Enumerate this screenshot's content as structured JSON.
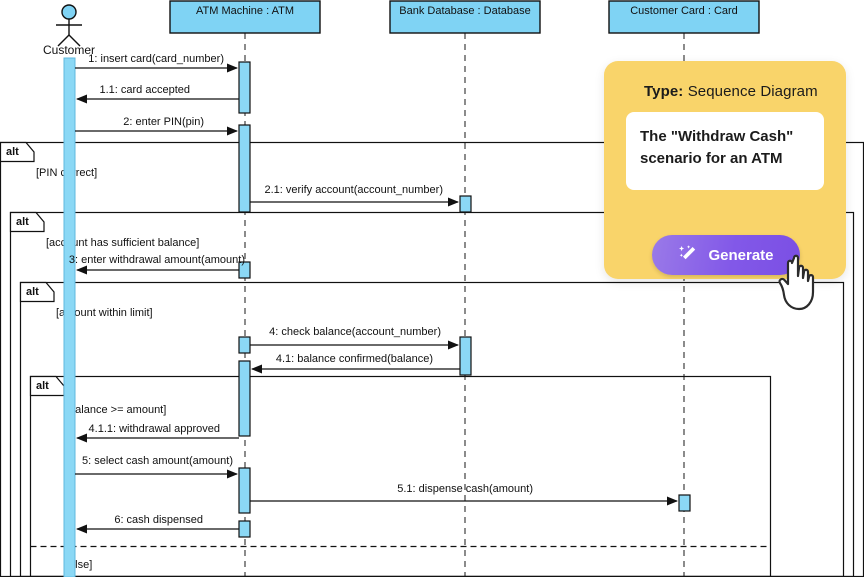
{
  "diagram": {
    "type_label": "Sequence Diagram",
    "actor": {
      "name": "Customer"
    },
    "lifelines": [
      {
        "id": "atm",
        "title": "ATM Machine : ATM"
      },
      {
        "id": "db",
        "title": "Bank Database : Database"
      },
      {
        "id": "card",
        "title": "Customer Card : Card"
      }
    ],
    "fragments": [
      {
        "tag": "alt",
        "guard": "[PIN correct]"
      },
      {
        "tag": "alt",
        "guard": "[account has sufficient balance]"
      },
      {
        "tag": "alt",
        "guard": "[amount within limit]"
      },
      {
        "tag": "alt",
        "guard": "[balance >= amount]"
      }
    ],
    "else_guard": "[else]",
    "messages": [
      {
        "id": "m1",
        "label": "1: insert card(card_number)"
      },
      {
        "id": "m1_1",
        "label": "1.1: card accepted"
      },
      {
        "id": "m2",
        "label": "2: enter PIN(pin)"
      },
      {
        "id": "m2_1",
        "label": "2.1: verify account(account_number)"
      },
      {
        "id": "m3",
        "label": "3: enter withdrawal amount(amount)"
      },
      {
        "id": "m4",
        "label": "4: check balance(account_number)"
      },
      {
        "id": "m4_1",
        "label": "4.1: balance confirmed(balance)"
      },
      {
        "id": "m4_1_1",
        "label": "4.1.1: withdrawal approved"
      },
      {
        "id": "m5",
        "label": "5: select cash amount(amount)"
      },
      {
        "id": "m5_1",
        "label": "5.1: dispense cash(amount)"
      },
      {
        "id": "m6",
        "label": "6: cash dispensed"
      }
    ],
    "colors": {
      "lifeline_fill": "#7FD3F4",
      "activation_fill": "#8BD8F5",
      "stroke": "#1b1b1b",
      "panel_bg": "#F9D46A",
      "button_purple": "#8258E8"
    }
  },
  "ai_panel": {
    "type_prefix": "Type:",
    "type_value": "Sequence Diagram",
    "prompt_text": "The \"Withdraw Cash\" scenario for an ATM",
    "generate_label": "Generate"
  }
}
